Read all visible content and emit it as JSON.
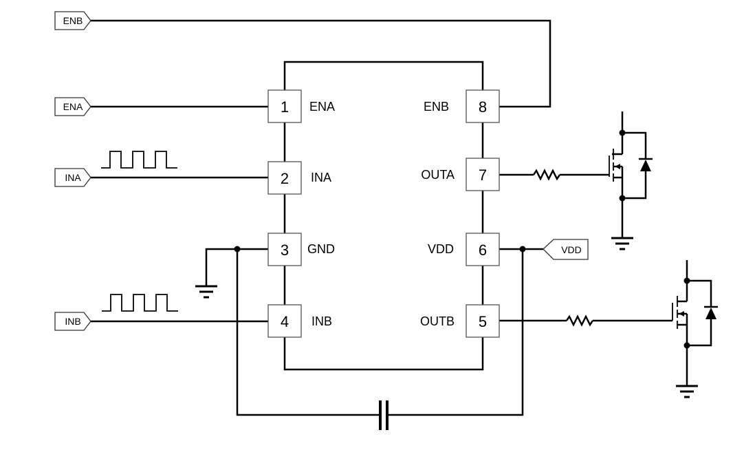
{
  "diagram": {
    "type": "circuit-schematic",
    "ic": {
      "pins": [
        {
          "num": "1",
          "label": "ENA"
        },
        {
          "num": "2",
          "label": "INA"
        },
        {
          "num": "3",
          "label": "GND"
        },
        {
          "num": "4",
          "label": "INB"
        },
        {
          "num": "5",
          "label": "OUTB"
        },
        {
          "num": "6",
          "label": "VDD"
        },
        {
          "num": "7",
          "label": "OUTA"
        },
        {
          "num": "8",
          "label": "ENB"
        }
      ]
    },
    "ports": {
      "enb": "ENB",
      "ena": "ENA",
      "ina": "INA",
      "inb": "INB",
      "vdd": "VDD"
    },
    "components": [
      "resistor-outa",
      "resistor-outb",
      "mosfet-a",
      "mosfet-b",
      "diode-a",
      "diode-b",
      "bypass-capacitor",
      "ground-gnd",
      "ground-a",
      "ground-b"
    ]
  }
}
